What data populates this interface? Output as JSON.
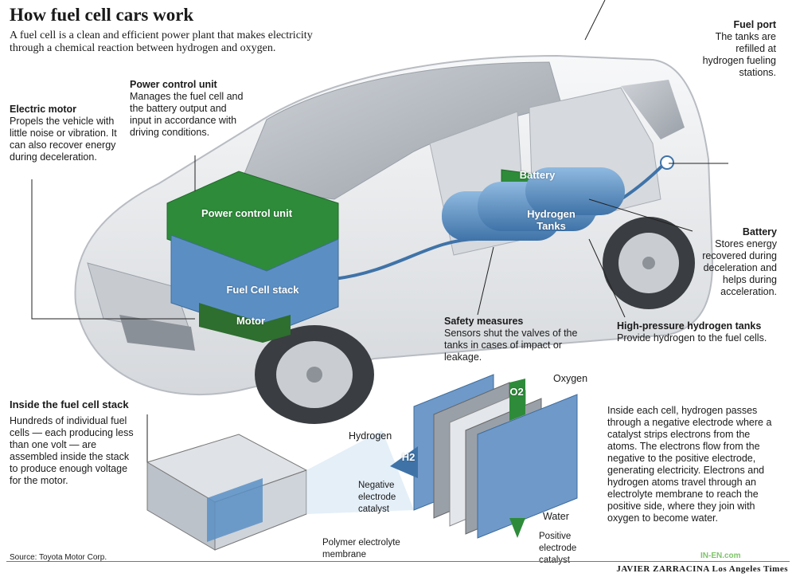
{
  "title": "How fuel cell cars work",
  "intro": "A fuel cell is a clean and efficient power plant that makes electricity through a chemical reaction between hydrogen and oxygen.",
  "callouts": {
    "electric_motor": {
      "heading": "Electric motor",
      "body": "Propels the vehicle with little noise or vibration. It can also recover energy during deceleration."
    },
    "power_control": {
      "heading": "Power control unit",
      "body": "Manages the fuel cell and the battery output and input in accordance with driving conditions."
    },
    "fuel_port": {
      "heading": "Fuel port",
      "body": "The tanks are refilled at hydrogen fueling stations."
    },
    "battery": {
      "heading": "Battery",
      "body": "Stores energy recovered during deceleration and helps during acceleration."
    },
    "safety": {
      "heading": "Safety measures",
      "body": "Sensors shut the valves of the tanks in cases of impact or leakage."
    },
    "tanks": {
      "heading": "High-pressure hydrogen tanks",
      "body": "Provide hydrogen to the fuel cells."
    },
    "stack": {
      "heading": "Inside the fuel cell stack",
      "body": "Hundreds of individual fuel cells — each producing less than one volt — are assembled inside the stack to produce enough voltage for the motor."
    }
  },
  "component_labels": {
    "pcu": "Power control unit",
    "fuel_cell_stack": "Fuel Cell stack",
    "motor": "Motor",
    "battery": "Battery",
    "hydrogen_tanks": "Hydrogen Tanks"
  },
  "cell_labels": {
    "hydrogen": "Hydrogen",
    "h2": "H2",
    "oxygen": "Oxygen",
    "o2": "O2",
    "water": "Water",
    "negative": "Negative electrode catalyst",
    "positive": "Positive electrode catalyst",
    "membrane": "Polymer electrolyte membrane"
  },
  "cell_description": "Inside each cell, hydrogen passes through a negative electrode where a catalyst strips electrons from the atoms. The electrons flow from the negative to the positive electrode, generating electricity. Electrons and hydrogen atoms travel through an electrolyte membrane to reach the positive side, where they join with oxygen to become water.",
  "source": "Source: Toyota Motor Corp.",
  "credit": "JAVIER ZARRACINA Los Angeles Times",
  "watermark": "IN-EN.com",
  "colors": {
    "green": "#2e8b3a",
    "blue": "#5b8fc4",
    "car": "#e9ebee",
    "text": "#1a1a1a"
  }
}
